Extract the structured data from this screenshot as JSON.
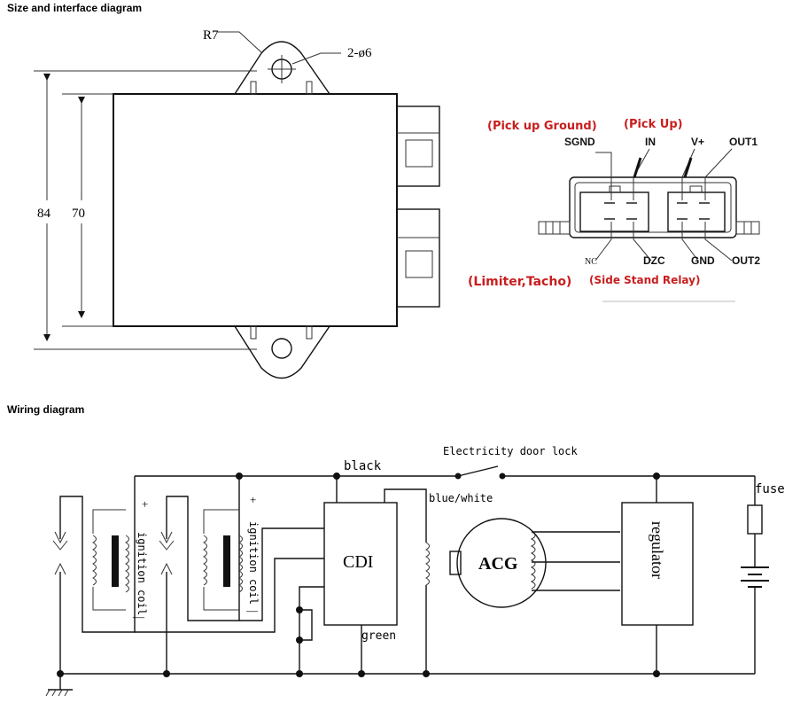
{
  "sections": {
    "size_title": "Size and interface diagram",
    "wiring_title": "Wiring diagram"
  },
  "dimensions": {
    "radius": "R7",
    "holes": "2-ø6",
    "height_outer": "84",
    "height_inner": "70"
  },
  "connector": {
    "top_labels": {
      "pickup_ground": "(Pick up Ground)",
      "pickup": "(Pick Up)"
    },
    "pins_top": {
      "sgnd": "SGND",
      "in": "IN",
      "vplus": "V+",
      "out1": "OUT1"
    },
    "pins_bottom": {
      "nc": "NC",
      "dzc": "DZC",
      "gnd": "GND",
      "out2": "OUT2"
    },
    "bottom_labels": {
      "limiter": "(Limiter,Tacho)",
      "side_stand": "(Side Stand Relay)"
    }
  },
  "wiring": {
    "black": "black",
    "lock": "Electricity door lock",
    "blue_white": "blue/white",
    "fuse": "fuse",
    "cdi": "CDI",
    "acg": "ACG",
    "regulator": "regulator",
    "ignition_coil_1": "ignition coil",
    "ignition_coil_2": "ignition coil",
    "green": "green",
    "plus_1": "+",
    "plus_2": "+",
    "minus_1": "—",
    "minus_2": "—"
  },
  "colors": {
    "annotation_red": "#c81e1e",
    "line": "#111111"
  }
}
